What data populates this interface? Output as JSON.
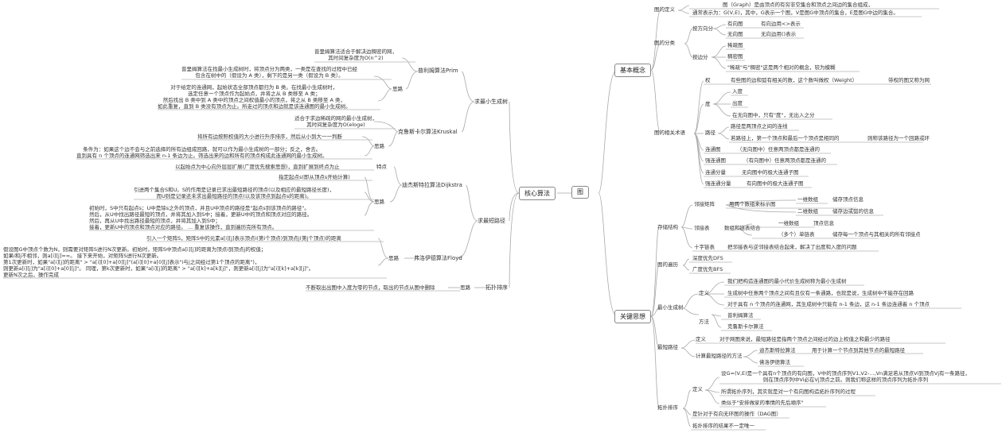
{
  "root": "图",
  "left": {
    "core": "核心算法",
    "mst": "求最小生成树",
    "prim": "普利姆算法Prim",
    "prim_desc": "普里姆算法适合于解决边稠密的网，\n其时间复杂度为O(n^2)",
    "prim_idea_label": "思路",
    "prim_idea1": "普里姆算法在找最小生成树时，将顶点分为两类，一类是在查找的过程中已经\n包含在树中的（假设为 A 类），剩下的是另一类（假设为 B 类）。",
    "prim_idea2": "对于给定的连通网，起始状态全部顶点都归为 B 类。在找最小生成树时，\n选定任意一个顶点作为起始点，并将之从 B 类移至 A 类；\n然后找出 B 类中到 A 类中的顶点之间权值最小的顶点，将之从 B 类移至 A 类，\n如此重复，直到 B 类没有顶点为止。所走过的顶点和边就是该连通图的最小生成树。",
    "kruskal": "克鲁斯卡尔算法Kruskal",
    "kruskal_desc": "适合于求边稀疏的网的最小生成树，\n其时间复杂度为O(eloge)",
    "kruskal_idea_label": "思路",
    "kruskal_idea1": "将所有边按照权值的大小进行升序排序，然后从小到大一一判断",
    "kruskal_idea2": "条件为：如果这个边不会与之前选择的所有边组成回路，就可以作为最小生成树的一部分；反之，舍去。\n直到具有 n 个顶点的连通网筛选出来 n-1 条边为止。筛选出来的边和所有的顶点构成此连通网的最小生成树。",
    "shortest": "求最短路径",
    "dijkstra": "迪杰斯特拉算法Dijkstra",
    "dij_feature_label": "特点",
    "dij_feature": "以起始点为中心向外层层扩展(广度优先搜索思想)，直到扩展到终点为止",
    "dij_idea_label": "思路",
    "dij_idea0": "指定起点s(即从顶点s开始计算)",
    "dij_idea1": "引进两个集合S和U。S的作用是记录已求出最短路径的顶点(以及相应的最短路径长度)，\n而U则是记录还未求出最短路径的顶点(以及该顶点到起点s的距离)。",
    "dij_idea2": "初始时，S中只有起点s；U中是除s之外的顶点，并且U中顶点的路径是\"起点s到该顶点的路径\"。\n然后，从U中找出路径最短的顶点，并将其加入到S中；接着，更新U中的顶点和顶点对应的路径。\n然后，再从U中找出路径最短的顶点，并将其加入到S中；\n接着，更新U中的顶点和顶点对应的路径。 ... 重复该操作，直到遍历完所有顶点。",
    "floyd": "弗洛伊德算法Floyd",
    "floyd_idea_label": "思路",
    "floyd_idea1": "引入一个矩阵S，矩阵S中的元素a[i][j]表示顶点i(第i个顶点)到顶点j(第j个顶点)的距离",
    "floyd_idea2": "假设图G中顶点个数为N，则需要对矩阵S进行N次更新。初始时，矩阵S中顶点a[i][j]的距离为顶点i到顶点j的权值；\n如果i和j不相邻，则a[i][j]=∞。 接下来开始，对矩阵S进行N次更新。\n第1次更新时，如果\"a[i][j]的距离\" > \"a[i][0]+a[0][j]\"(a[i][0]+a[0][j]表示\"i与j之间经过第1个顶点的距离\")，\n则更新a[i][j]为\"a[i][0]+a[0][j]\"。 同理，第k次更新时，如果\"a[i][j]的距离\" > \"a[i][k]+a[k][j]\"，则更新a[i][j]为\"a[i][k]+a[k][j]\"。\n更新N次之后，操作完成",
    "topo": "拓扑排序",
    "topo_idea_label": "思路",
    "topo_idea": "不断取出出图中入度为零的节点，取出的节点从图中删除"
  },
  "right": {
    "basic": "基本概念",
    "def_label": "图的定义",
    "def1": "图（Graph）是由顶点的有穷非空集合和顶点之间边的集合组成，",
    "def2": "通常表示为：G(V,E)，其中，G表示一个图，V是图G中顶点的集合，E是图G中边的集合。",
    "class_label": "图的分类",
    "dir_label": "按方向分",
    "dir1": "有向图",
    "dir1d": "有向边用<>表示",
    "dir2": "无向图",
    "dir2d": "无向边用()表示",
    "edge_label": "按边分",
    "edge1": "稀疏图",
    "edge2": "稠密图",
    "edge3": "\"稀疏\"与\"稠密\"这是两个相对的概念，较为模糊",
    "term_label": "图的相关术语",
    "weight_label": "权",
    "weight_desc": "有些图的边和弧有相关的数，这个数叫做权（Weight）",
    "weight_note": "带权的图又称为网",
    "degree_label": "度",
    "deg1": "入度",
    "deg2": "出度",
    "deg3": "在无向图中，只有\"度\"，无出入之分",
    "path_label": "路径",
    "path1": "路径是两顶点之间的连线",
    "path2": "若路径上，第一个顶点和最后一个顶点是相同的",
    "path2note": "则称该路径为一个回路或环",
    "conn_label": "连通图",
    "conn_desc": "（无向图中）任意两顶点都是连通的",
    "sconn_label": "强连通图",
    "sconn_desc": "（有向图中）任意两顶点都是连通的",
    "comp_label": "连通分量",
    "comp_desc": "无向图中的极大连通子图",
    "scomp_label": "强连通分量",
    "scomp_desc": "有向图中的极大连通子图",
    "storage": "存储结构",
    "adjm_label": "邻接矩阵",
    "adjm_desc": "用两个数组来标示图",
    "adjm1": "一维数组",
    "adjm1d": "储存顶点信息",
    "adjm2": "二维数组",
    "adjm2d": "储存边或弧的信息",
    "adjl_label": "邻接表",
    "adjl_desc": "数组和链表结合",
    "adjl1": "一维数组",
    "adjl1d": "顶点信息",
    "adjl2": "（多个）单链表",
    "adjl2d": "储存每一个顶点与其相关的所有邻接点",
    "cross_label": "十字链表",
    "cross_desc": "把邻接表与逆邻接表结合起来，解决了出度和入度的问题",
    "traverse": "图的遍历",
    "dfs": "深度优先DFS",
    "bfs": "广度优先BFS",
    "ideas": "关键思想",
    "mst_label": "最小生成树",
    "mst_def_label": "定义",
    "mst_def1": "我们把构造连通图的最小代价生成树称为最小生成树",
    "mst_def2": "生成树中任意两个顶点之间有且仅有一条通路，也就是说，生成树中不能存在回路",
    "mst_def3": "对于具有 n 个顶点的连通网，其生成树中只能有 n-1 条边，这 n-1 条边连通着 n 个顶点",
    "mst_method_label": "方法",
    "mst_m1": "普利姆算法",
    "mst_m2": "克鲁斯卡尔算法",
    "sp_label": "最短路径",
    "sp_def_label": "定义",
    "sp_def": "对于网图来说，最短路径是指两个顶点之间经过的边上权值之和最少的路径",
    "sp_method_label": "计算最短路径的方法",
    "sp_m1": "迪杰斯特拉算法",
    "sp_m1d": "用于计算一个节点到其他节点的最短路径",
    "sp_m2": "佛洛伊德算法",
    "topo_label": "拓扑排序",
    "topo_def_label": "定义",
    "topo_def1": "设G=(V,E)是一个具有n个顶点的有向图，V中的顶点序列V1,V2-...,Vn满足若从顶点Vi到顶点Vj有一条路径，\n则在顶点序列中Vi必在Vj顶点之前。则我们称这样的顶点序列为拓扑序列",
    "topo_def2": "所谓拓扑序列，其实就是对一个有向图构造拓扑序列的过程",
    "topo_def3": "类似于\"安排做家的事情的先后顺序\"",
    "topo_n1": "是针对于有向无环图的操作（DAG图）",
    "topo_n2": "拓扑排序的结果不一定唯一"
  }
}
